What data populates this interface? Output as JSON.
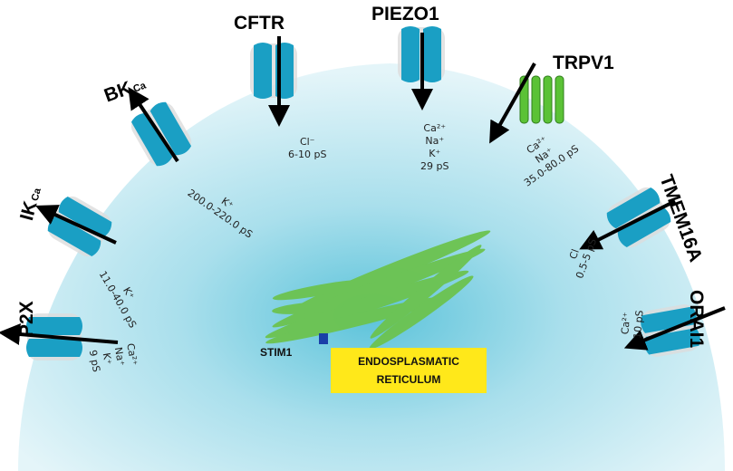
{
  "channels": [
    {
      "id": "p2x",
      "name": "P2X",
      "sub": "",
      "info": [
        "Ca²⁺",
        "Na⁺",
        "K⁺",
        "9 pS"
      ]
    },
    {
      "id": "ikca",
      "name": "IK",
      "sub": "Ca",
      "info": [
        "K⁺",
        "11.0-40.0 pS"
      ]
    },
    {
      "id": "bkca",
      "name": "BK",
      "sub": "Ca",
      "info": [
        "K⁺",
        "200.0-220.0 pS"
      ]
    },
    {
      "id": "cftr",
      "name": "CFTR",
      "sub": "",
      "info": [
        "Cl⁻",
        "6-10 pS"
      ]
    },
    {
      "id": "piezo1",
      "name": "PIEZO1",
      "sub": "",
      "info": [
        "Ca²⁺",
        "Na⁺",
        "K⁺",
        "29 pS"
      ]
    },
    {
      "id": "trpv1",
      "name": "TRPV1",
      "sub": "",
      "info": [
        "Ca²⁺",
        "Na⁺",
        "35.0-80.0 pS"
      ]
    },
    {
      "id": "tmem16a",
      "name": "TMEM16A",
      "sub": "",
      "info": [
        "Cl",
        "0.5-5 pS"
      ]
    },
    {
      "id": "orai1",
      "name": "ORAI1",
      "sub": "",
      "info": [
        "Ca²⁺",
        "10 pS"
      ]
    }
  ],
  "stim": "STIM1",
  "er": {
    "line1": "ENDOSPLASMATIC",
    "line2": "RETICULUM"
  },
  "colors": {
    "cell": "#bfe6f0",
    "cell_center": "#7fcfe0",
    "channel": "#1a9fc4",
    "trpv1": "#5bc236",
    "er": "#6cc34f",
    "stim": "#1a3fa8",
    "er_label_bg": "#ffe81a"
  },
  "icons": {
    "channel": "ion-channel-icon",
    "trpv1": "trpv1-helix-icon",
    "arrow": "flux-arrow-icon"
  }
}
